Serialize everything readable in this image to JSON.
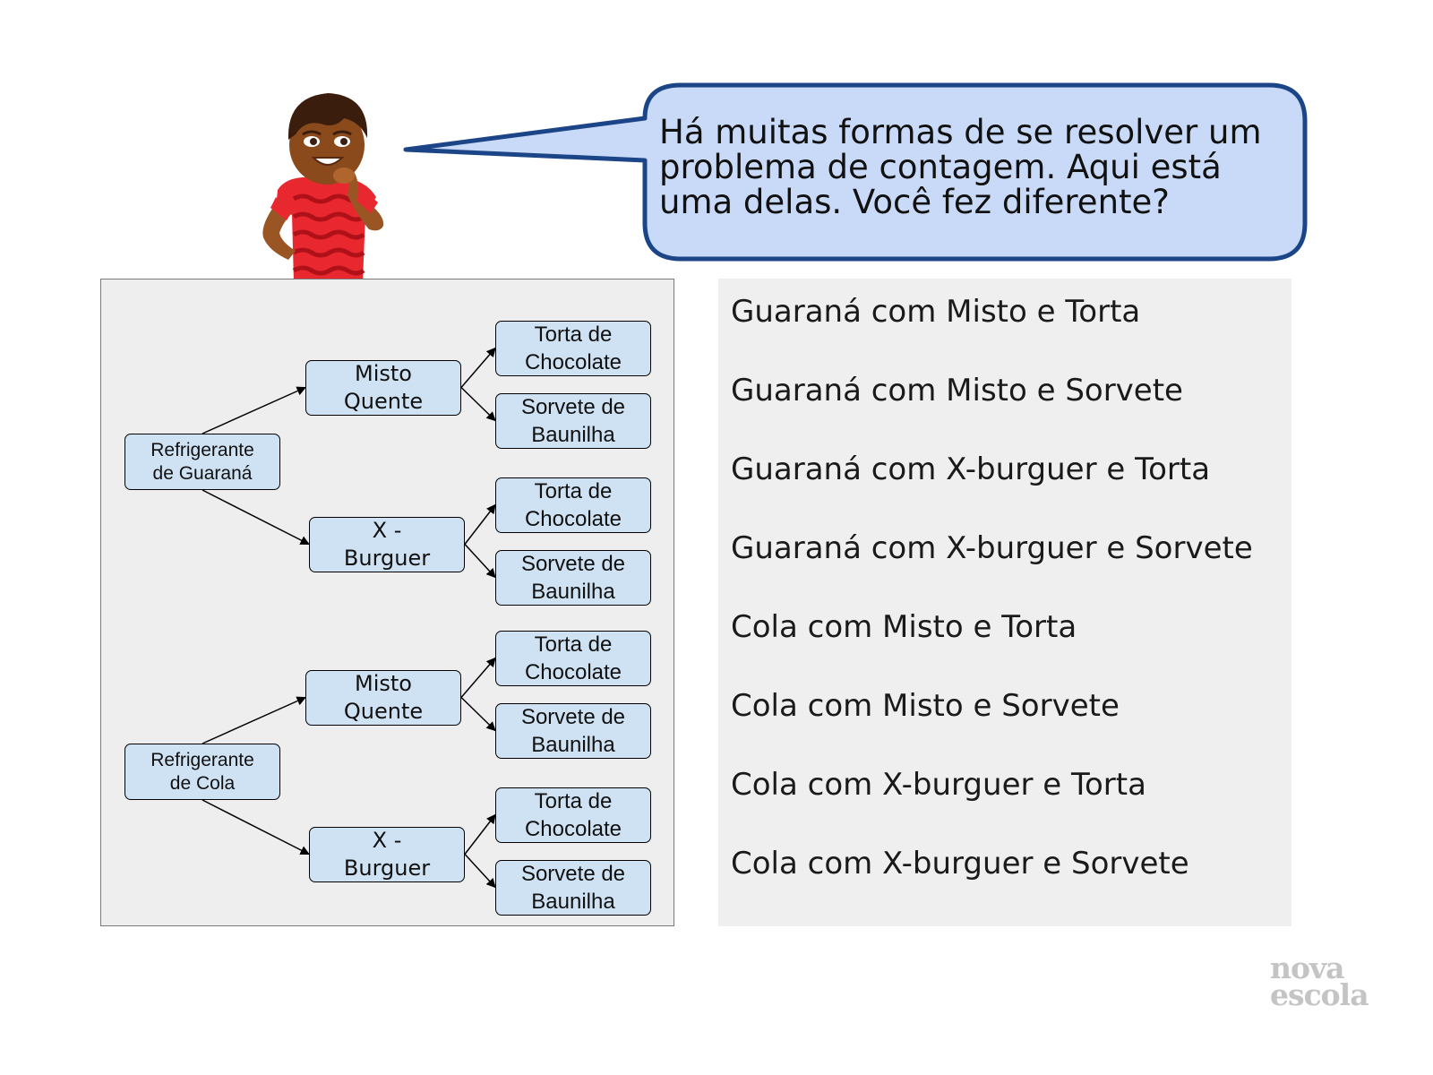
{
  "speech_bubble": {
    "lines": [
      "Há muitas formas de se resolver um",
      "problema de contagem. Aqui está",
      "uma delas. Você fez diferente?"
    ]
  },
  "tree": {
    "roots": [
      {
        "label": [
          "Refrigerante",
          "de Guaraná"
        ],
        "children": [
          {
            "label": [
              "Misto",
              "Quente"
            ],
            "children": [
              {
                "label": [
                  "Torta de",
                  "Chocolate"
                ]
              },
              {
                "label": [
                  "Sorvete de",
                  "Baunilha"
                ]
              }
            ]
          },
          {
            "label": [
              "X -",
              "Burguer"
            ],
            "children": [
              {
                "label": [
                  "Torta de",
                  "Chocolate"
                ]
              },
              {
                "label": [
                  "Sorvete de",
                  "Baunilha"
                ]
              }
            ]
          }
        ]
      },
      {
        "label": [
          "Refrigerante",
          "de Cola"
        ],
        "children": [
          {
            "label": [
              "Misto",
              "Quente"
            ],
            "children": [
              {
                "label": [
                  "Torta de",
                  "Chocolate"
                ]
              },
              {
                "label": [
                  "Sorvete de",
                  "Baunilha"
                ]
              }
            ]
          },
          {
            "label": [
              "X -",
              "Burguer"
            ],
            "children": [
              {
                "label": [
                  "Torta de",
                  "Chocolate"
                ]
              },
              {
                "label": [
                  "Sorvete de",
                  "Baunilha"
                ]
              }
            ]
          }
        ]
      }
    ]
  },
  "combinations": [
    "Guaraná com Misto e Torta",
    "Guaraná com Misto e Sorvete",
    "Guaraná com X-burguer e Torta",
    "Guaraná com X-burguer e Sorvete",
    "Cola com Misto e Torta",
    "Cola com Misto e Sorvete",
    "Cola com X-burguer e Torta",
    "Cola com X-burguer e Sorvete"
  ],
  "logo": {
    "line1": "nova",
    "line2": "escola"
  },
  "colors": {
    "node_fill": "#cfe2f3",
    "bubble_fill": "#c9daf8",
    "bubble_border": "#1c4587",
    "panel_fill": "#eeeeee"
  }
}
